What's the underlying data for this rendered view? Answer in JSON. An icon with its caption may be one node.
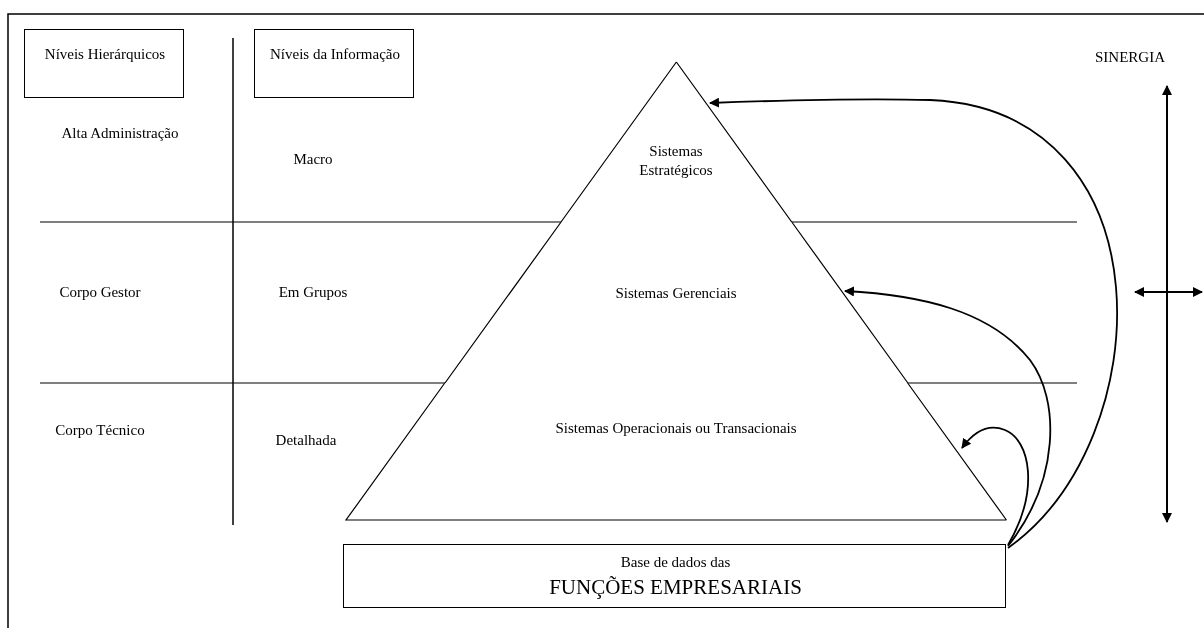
{
  "diagram": {
    "nodes": [
      {
        "text": [
          "Níveis Hierárquicos"
        ]
      },
      {
        "text": [
          "Níveis da Informação"
        ]
      },
      {
        "text": [
          "Sistemas Estratégicos"
        ]
      },
      {
        "text": [
          "Sistemas Gerenciais"
        ]
      },
      {
        "text": [
          "Sistemas Operacionais ou Transacionais"
        ]
      },
      {
        "text": [
          "Base de dados das",
          "FUNÇÕES EMPRESARIAIS"
        ]
      }
    ],
    "edges": [
      {
        "from": 5,
        "to": 2,
        "arrow": "to"
      },
      {
        "from": 5,
        "to": 3,
        "arrow": "to"
      },
      {
        "from": 5,
        "to": 4,
        "arrow": "to"
      }
    ],
    "labels": [
      "SINERGIA",
      "Alta Administração",
      "Macro",
      "Corpo Gestor",
      "Em Grupos",
      "Corpo Técnico",
      "Detalhada"
    ]
  }
}
